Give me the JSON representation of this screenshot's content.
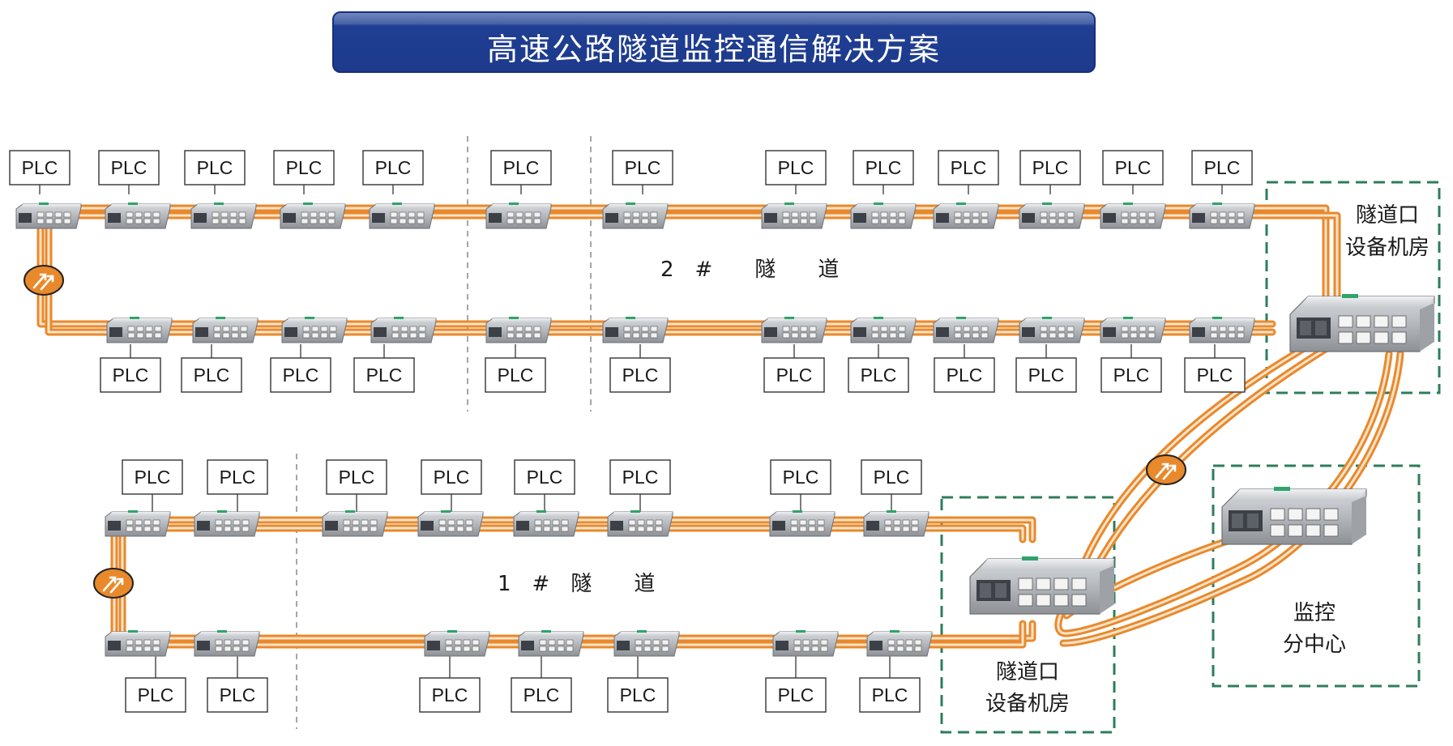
{
  "title": "高速公路隧道监控通信解决方案",
  "device_label": "PLC",
  "tunnel2": {
    "label": "2　#　　隧　　道"
  },
  "tunnel1": {
    "label": "1　#　隧　　道"
  },
  "equipment_room_2": {
    "line1": "隧道口",
    "line2": "设备机房"
  },
  "equipment_room_1": {
    "line1": "隧道口",
    "line2": "设备机房"
  },
  "monitoring_center": {
    "line1": "监控",
    "line2": "分中心"
  },
  "colors": {
    "fiber": "#e8892c",
    "fiber_light": "#fbe3c9",
    "room_border": "#2e7d5b",
    "banner": "#1d3a8c",
    "dashed_divider": "#888888"
  },
  "icons": [
    "network-switch-icon",
    "fiber-link-icon"
  ]
}
